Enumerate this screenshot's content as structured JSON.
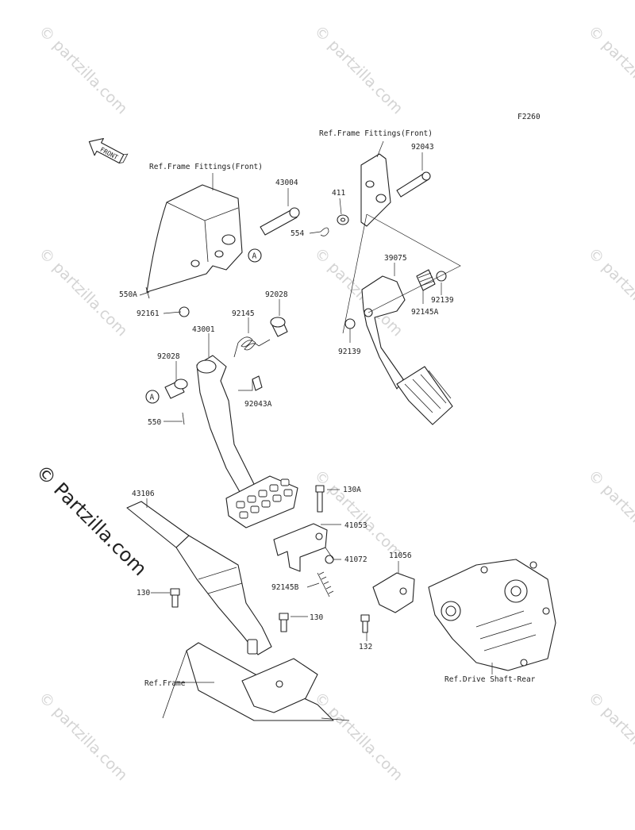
{
  "diagram_code": "F2260",
  "front_arrow_label": "FRONT",
  "ref_labels": {
    "frame_fittings_left": "Ref.Frame Fittings(Front)",
    "frame_fittings_right": "Ref.Frame Fittings(Front)",
    "frame": "Ref.Frame",
    "drive_shaft": "Ref.Drive Shaft-Rear"
  },
  "callout_letter": "A",
  "parts": {
    "p43004": "43004",
    "p550A": "550A",
    "p92161": "92161",
    "p554": "554",
    "p411": "411",
    "p92043": "92043",
    "p39075": "39075",
    "p92139a": "92139",
    "p92145A": "92145A",
    "p92139b": "92139",
    "p92028a": "92028",
    "p92145": "92145",
    "p43001": "43001",
    "p92028b": "92028",
    "p92043A": "92043A",
    "p550": "550",
    "p130A": "130A",
    "p43106": "43106",
    "p41053": "41053",
    "p41072": "41072",
    "p11056": "11056",
    "p92145B": "92145B",
    "p130a": "130",
    "p130b": "130",
    "p132": "132"
  },
  "watermark": {
    "brand": "© Partzilla.com",
    "tile": "© partzilla.com"
  }
}
